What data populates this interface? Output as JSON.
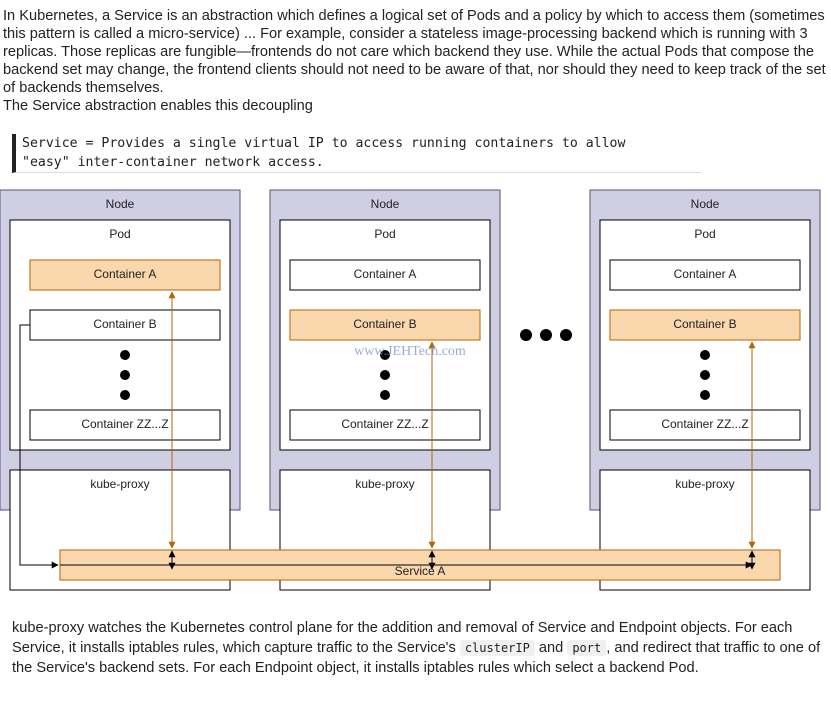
{
  "intro": {
    "paragraph": "In Kubernetes, a Service is an abstraction which defines a logical set of Pods and a policy by which to access them (sometimes this pattern is called a micro-service) ... For example, consider a stateless image-processing backend which is running with 3 replicas. Those replicas are fungible—frontends do not care which backend they use. While the actual Pods that compose the backend set may change, the frontend clients should not need to be aware of that, nor should they need to keep track of the set of backends themselves.",
    "line2": "The Service abstraction enables this decoupling"
  },
  "code_block": "Service = Provides a single virtual IP to access running containers to allow\n\"easy\" inter-container network access.",
  "diagram": {
    "node_label": "Node",
    "pod_label": "Pod",
    "container_a": "Container A",
    "container_b": "Container B",
    "container_zz": "Container ZZ...Z",
    "kube_proxy": "kube-proxy",
    "service": "Service A",
    "watermark": "www.JEHTech.com",
    "colors": {
      "node_fill": "#d0cee2",
      "node_stroke": "#56517e",
      "highlight_fill": "#fad7ac",
      "highlight_stroke": "#b46504",
      "arrow": "#b46504"
    }
  },
  "outro": {
    "part1": "kube-proxy watches the Kubernetes control plane for the addition and removal of Service and Endpoint objects. For each Service, it installs iptables rules, which capture traffic to the Service's ",
    "code1": "clusterIP",
    "part2": " and ",
    "code2": "port",
    "part3": ", and redirect that traffic to one of the Service's backend sets. For each Endpoint object, it installs iptables rules which select a backend Pod."
  }
}
